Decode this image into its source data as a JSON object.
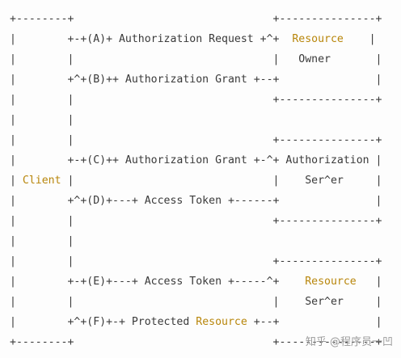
{
  "diagram": {
    "lines": [
      [
        {
          "t": "+--------+                               +---------------+"
        }
      ],
      [
        {
          "t": "|        +-+(A)+ Authorization Request +^+  "
        },
        {
          "t": "Resource",
          "hl": true
        },
        {
          "t": "    |"
        }
      ],
      [
        {
          "t": "|        |                               |   Owner       |"
        }
      ],
      [
        {
          "t": "|        +^+(B)++ Authorization Grant +--+               |"
        }
      ],
      [
        {
          "t": "|        |                               +---------------+"
        }
      ],
      [
        {
          "t": "|        |"
        }
      ],
      [
        {
          "t": "|        |                               +---------------+"
        }
      ],
      [
        {
          "t": "|        +-+(C)++ Authorization Grant +-^+ Authorization |"
        }
      ],
      [
        {
          "t": "| "
        },
        {
          "t": "Client",
          "hl": true
        },
        {
          "t": " |                               |    Ser^er     |"
        }
      ],
      [
        {
          "t": "|        +^+(D)+---+ Access Token +------+               |"
        }
      ],
      [
        {
          "t": "|        |                               +---------------+"
        }
      ],
      [
        {
          "t": "|        |"
        }
      ],
      [
        {
          "t": "|        |                               +---------------+"
        }
      ],
      [
        {
          "t": "|        +-+(E)+---+ Access Token +-----^+    "
        },
        {
          "t": "Resource",
          "hl": true
        },
        {
          "t": "   |"
        }
      ],
      [
        {
          "t": "|        |                               |    Ser^er     |"
        }
      ],
      [
        {
          "t": "|        +^+(F)+-+ Protected "
        },
        {
          "t": "Resource",
          "hl": true
        },
        {
          "t": " +--+               |"
        }
      ],
      [
        {
          "t": "+--------+                               +---------------+"
        }
      ]
    ],
    "highlight_color": "#b8860b",
    "text_color": "#3a3a3a"
  },
  "watermark": {
    "text": "知乎 @程序员一凹"
  }
}
